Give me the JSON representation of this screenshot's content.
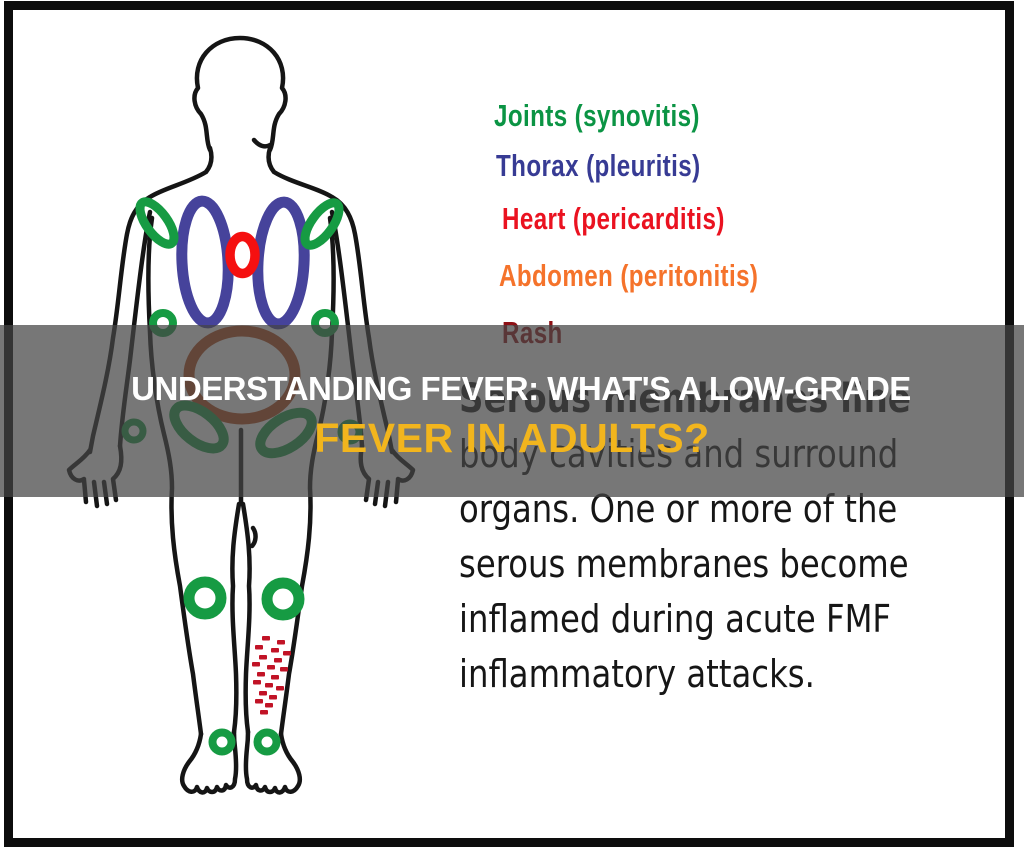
{
  "banner": {
    "title_line1": "UNDERSTANDING FEVER: WHAT'S A LOW-GRADE",
    "title_line2": "FEVER IN ADULTS?",
    "line1_color": "#ffffff",
    "line2_color": "#f2b51d",
    "overlay_color": "#464646"
  },
  "legend": {
    "items": [
      {
        "label": "Joints (synovitis)",
        "color": "#0b9444"
      },
      {
        "label": "Thorax (pleuritis)",
        "color": "#373b94"
      },
      {
        "label": "Heart (pericarditis)",
        "color": "#ea1220"
      },
      {
        "label": "Abdomen (peritonitis)",
        "color": "#f5732b"
      },
      {
        "label": "Rash",
        "color": "#8f1015"
      }
    ]
  },
  "caption": {
    "lines": [
      "Serous membranes line",
      "body cavities and surround",
      "organs. One or more of the",
      "serous membranes become",
      "inflamed during acute FMF",
      "inflammatory attacks."
    ]
  },
  "figure": {
    "markers": {
      "joints_color": "#169b43",
      "thorax_color": "#46439b",
      "heart_color": "#f51010",
      "abdomen_color": "#b34818",
      "rash_color": "#c11326",
      "outline_color": "#151515"
    }
  }
}
